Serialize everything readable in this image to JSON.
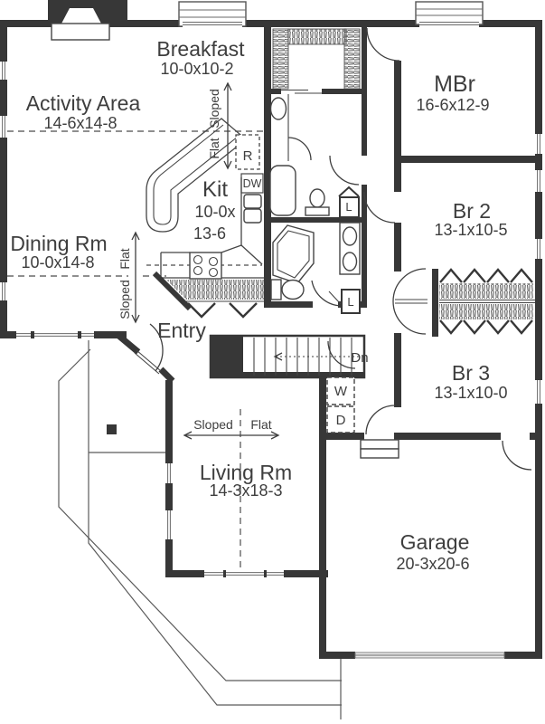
{
  "rooms": {
    "breakfast": {
      "name": "Breakfast",
      "dims": "10-0x10-2"
    },
    "activity": {
      "name": "Activity Area",
      "dims": "14-6x14-8"
    },
    "master": {
      "name": "MBr",
      "dims": "16-6x12-9"
    },
    "kitchen": {
      "name": "Kit",
      "dims_line1": "10-0x",
      "dims_line2": "13-6"
    },
    "dining": {
      "name": "Dining Rm",
      "dims": "10-0x14-8"
    },
    "br2": {
      "name": "Br 2",
      "dims": "13-1x10-5"
    },
    "entry": {
      "name": "Entry"
    },
    "br3": {
      "name": "Br 3",
      "dims": "13-1x10-0"
    },
    "living": {
      "name": "Living Rm",
      "dims": "14-3x18-3"
    },
    "garage": {
      "name": "Garage",
      "dims": "20-3x20-6"
    }
  },
  "ceiling_labels": {
    "sloped": "Sloped",
    "flat": "Flat"
  },
  "stairs": {
    "down_label": "Dn"
  },
  "appliances": {
    "refrigerator": "R",
    "dishwasher": "DW",
    "washer": "W",
    "dryer": "D",
    "linen": "L"
  },
  "colors": {
    "wall": "#373737",
    "line": "#4a4a4a",
    "text": "#3e3e3e",
    "background": "#ffffff"
  }
}
